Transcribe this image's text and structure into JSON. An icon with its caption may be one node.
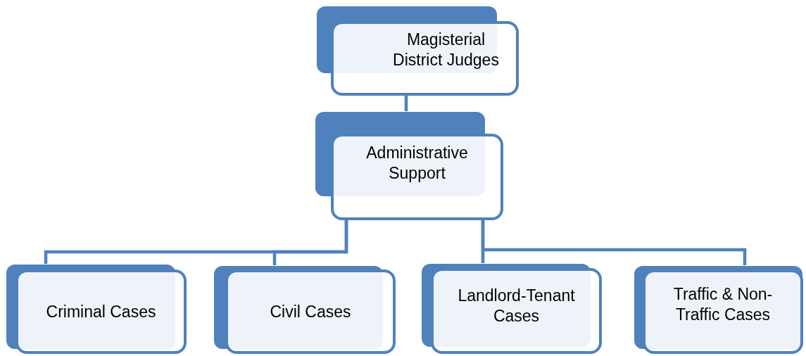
{
  "diagram": {
    "nodes": [
      {
        "text": [
          "Magisterial District Judges"
        ]
      },
      {
        "text": [
          "Administrative Support"
        ]
      },
      {
        "text": [
          "Criminal Cases"
        ]
      },
      {
        "text": [
          "Civil Cases"
        ]
      },
      {
        "text": [
          "Landlord-Tenant Cases"
        ]
      },
      {
        "text": [
          "Traffic & Non-Traffic Cases"
        ]
      }
    ],
    "edges": [
      {
        "from": 0,
        "to": 1,
        "arrow": "none"
      },
      {
        "from": 1,
        "to": 2,
        "arrow": "none"
      },
      {
        "from": 1,
        "to": 3,
        "arrow": "none"
      },
      {
        "from": 1,
        "to": 4,
        "arrow": "none"
      },
      {
        "from": 1,
        "to": 5,
        "arrow": "none"
      }
    ]
  }
}
